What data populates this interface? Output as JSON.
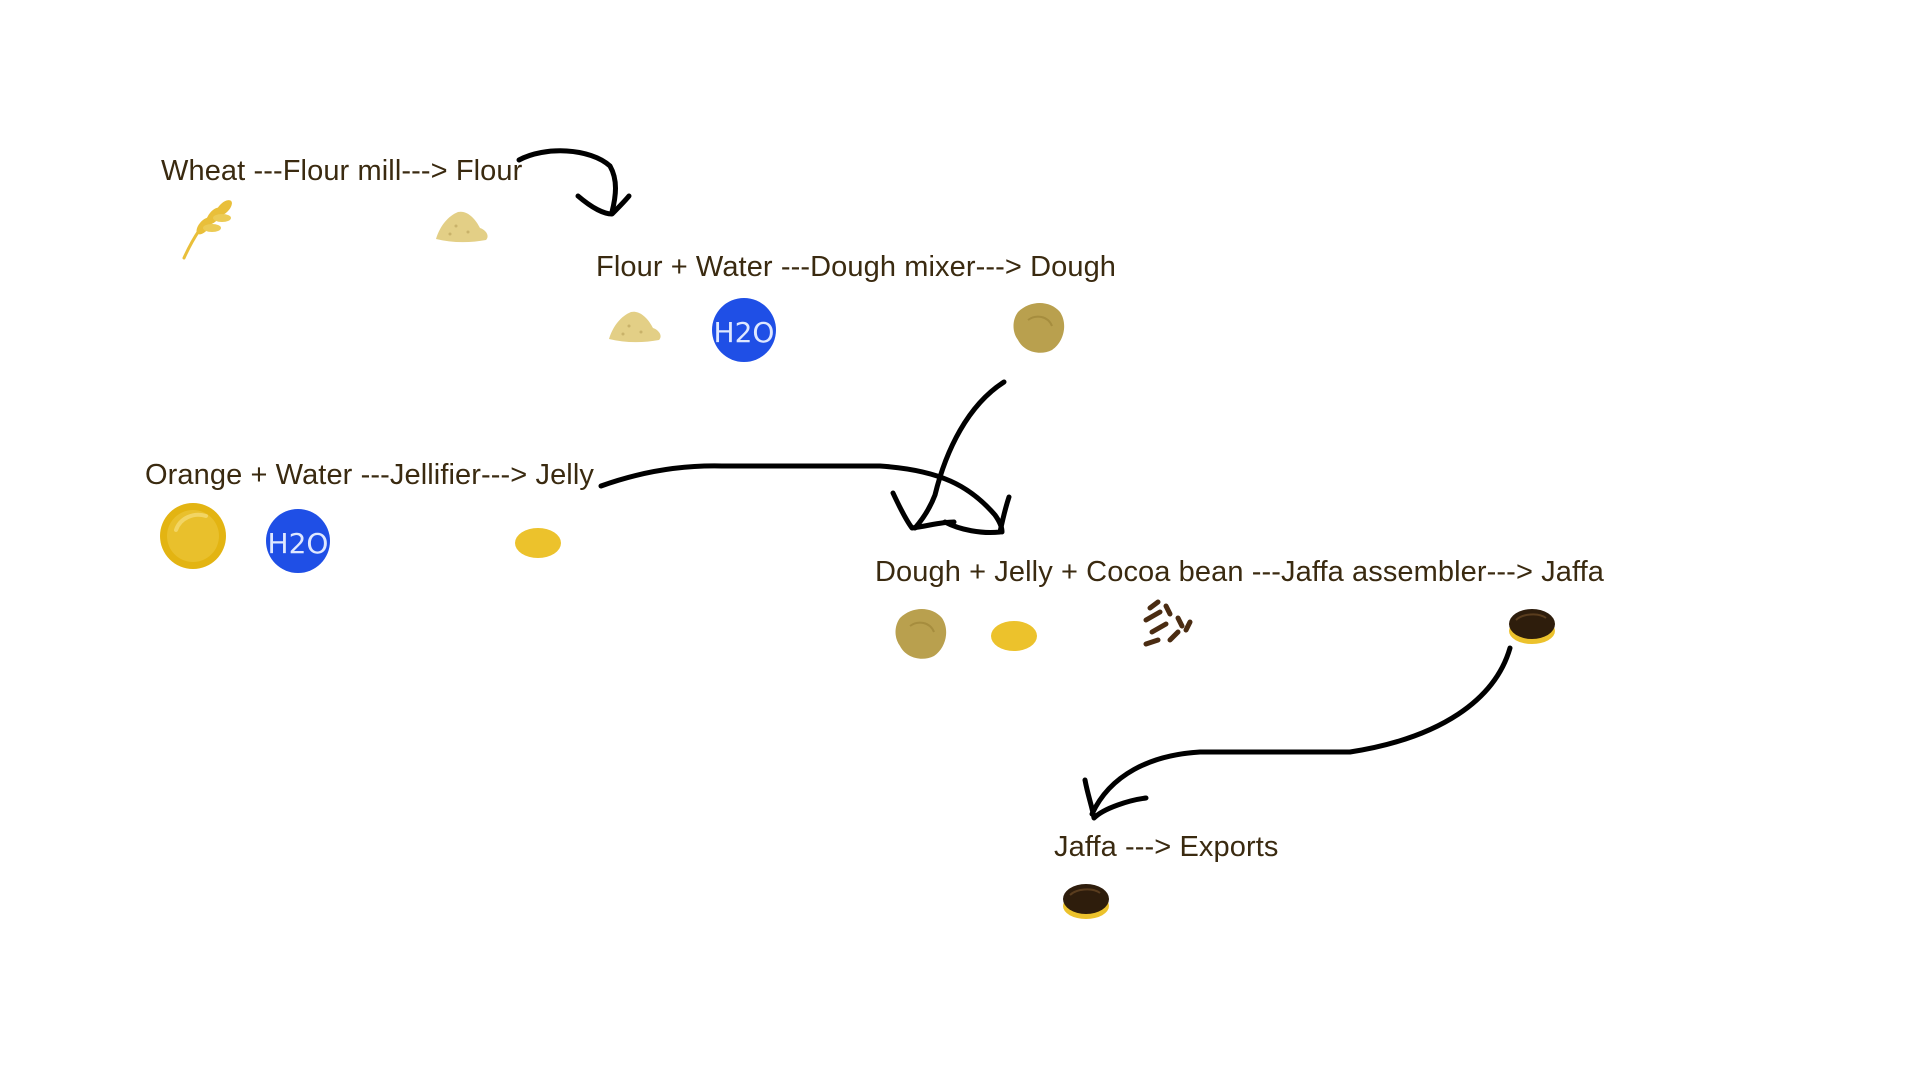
{
  "steps": {
    "flour": {
      "text": "Wheat ---Flour mill---> Flour"
    },
    "dough": {
      "text": "Flour + Water ---Dough mixer---> Dough"
    },
    "jelly": {
      "text": "Orange + Water ---Jellifier---> Jelly"
    },
    "jaffa": {
      "text": "Dough + Jelly + Cocoa bean ---Jaffa assembler---> Jaffa"
    },
    "export": {
      "text": "Jaffa ---> Exports"
    }
  },
  "water_icon_text": "H2O",
  "colors": {
    "text": "#3a2a10",
    "arrow": "#000000",
    "wheat": "#e9bf3a",
    "flour": "#e3cf86",
    "dough": "#b9a04e",
    "water": "#1f4fe6",
    "orange": "#e3b412",
    "jelly": "#ecc22c",
    "cocoa": "#4a2c12",
    "jaffa_top": "#2e1d0c",
    "jaffa_base": "#ecc22c"
  }
}
